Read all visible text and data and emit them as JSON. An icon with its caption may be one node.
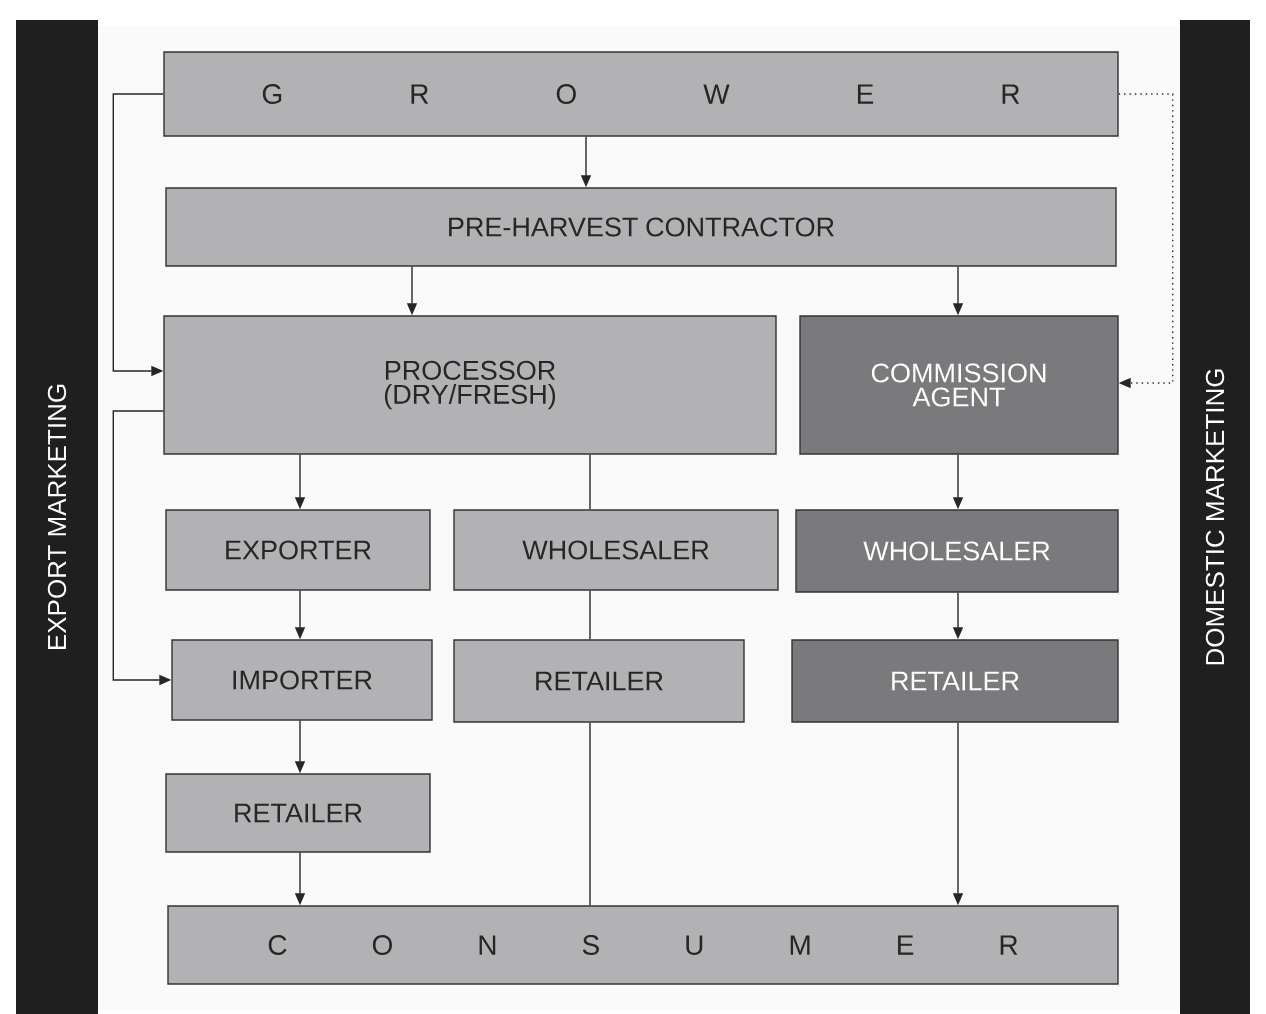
{
  "diagram": {
    "nodes": [
      {
        "text": [
          "G R O W E R"
        ]
      },
      {
        "text": [
          "PRE-HARVEST CONTRACTOR"
        ]
      },
      {
        "text": [
          "PROCESSOR (DRY/FRESH)"
        ]
      },
      {
        "text": [
          "COMMISSION AGENT"
        ]
      },
      {
        "text": [
          "EXPORTER"
        ]
      },
      {
        "text": [
          "WHOLESALER"
        ]
      },
      {
        "text": [
          "WHOLESALER"
        ]
      },
      {
        "text": [
          "IMPORTER"
        ]
      },
      {
        "text": [
          "RETAILER"
        ]
      },
      {
        "text": [
          "RETAILER"
        ]
      },
      {
        "text": [
          "RETAILER"
        ]
      },
      {
        "text": [
          "C O N S U M E R"
        ]
      },
      {
        "text": [
          "EXPORT MARKETING"
        ]
      },
      {
        "text": [
          "DOMESTIC MARKETING"
        ]
      }
    ],
    "edges": [
      {
        "from": 0,
        "to": 1,
        "arrow": "to"
      },
      {
        "from": 0,
        "to": 2,
        "arrow": "to"
      },
      {
        "from": 0,
        "to": 3,
        "arrow": "to",
        "style": "dashed"
      },
      {
        "from": 1,
        "to": 2,
        "arrow": "to"
      },
      {
        "from": 1,
        "to": 3,
        "arrow": "to"
      },
      {
        "from": 2,
        "to": 4,
        "arrow": "to"
      },
      {
        "from": 2,
        "to": 7,
        "arrow": "to"
      },
      {
        "from": 2,
        "to": 5,
        "arrow": "none"
      },
      {
        "from": 3,
        "to": 6,
        "arrow": "to"
      },
      {
        "from": 4,
        "to": 7,
        "arrow": "to"
      },
      {
        "from": 5,
        "to": 8,
        "arrow": "none"
      },
      {
        "from": 6,
        "to": 9,
        "arrow": "to"
      },
      {
        "from": 7,
        "to": 10,
        "arrow": "to"
      },
      {
        "from": 10,
        "to": 11,
        "arrow": "to"
      },
      {
        "from": 8,
        "to": 11,
        "arrow": "none"
      },
      {
        "from": 9,
        "to": 11,
        "arrow": "to"
      }
    ]
  }
}
